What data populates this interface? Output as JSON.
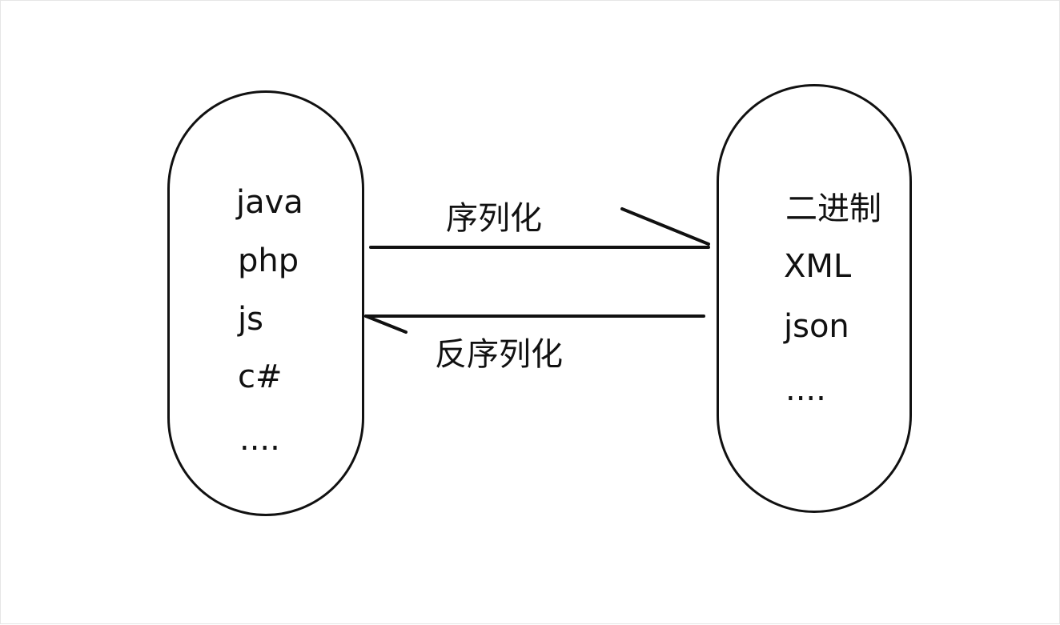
{
  "left_group": {
    "items": [
      "java",
      "php",
      "js",
      "c#",
      "...."
    ]
  },
  "right_group": {
    "items": [
      "二进制",
      "XML",
      "json",
      "...."
    ]
  },
  "edges": {
    "serialize_label": "序列化",
    "deserialize_label": "反序列化"
  }
}
